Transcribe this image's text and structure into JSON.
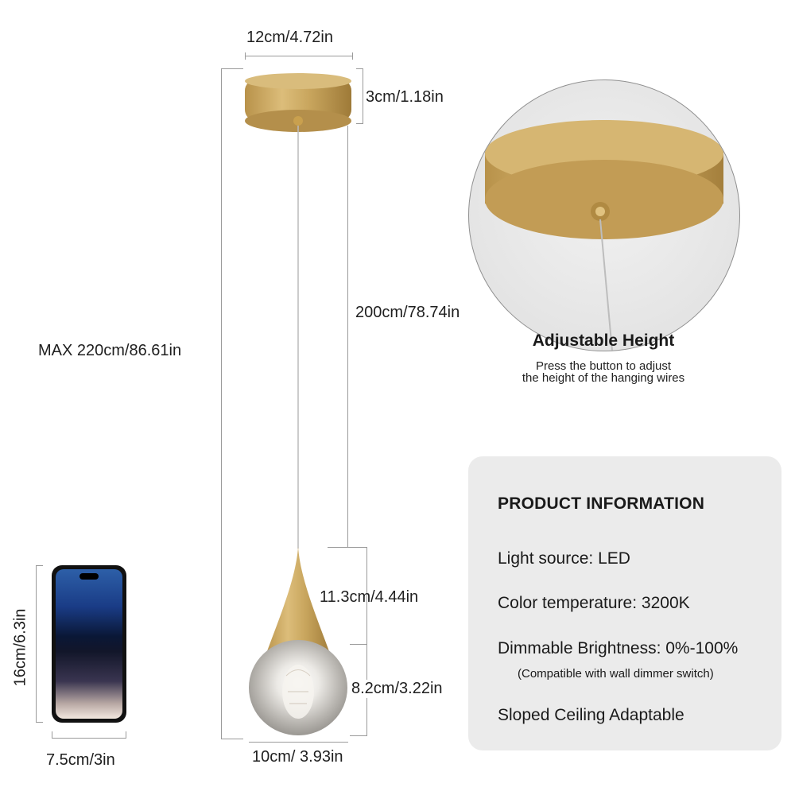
{
  "dimensions": {
    "canopy_width": "12cm/4.72in",
    "canopy_height": "3cm/1.18in",
    "max_height": "MAX 220cm/86.61in",
    "cord_length": "200cm/78.74in",
    "cone_height": "11.3cm/4.44in",
    "globe_height": "8.2cm/3.22in",
    "globe_width": "10cm/ 3.93in",
    "phone_height": "16cm/6.3in",
    "phone_width": "7.5cm/3in"
  },
  "adjustable": {
    "title": "Adjustable Height",
    "line1": "Press the button to adjust",
    "line2": "the height of the hanging wires"
  },
  "product_info": {
    "heading": "PRODUCT INFORMATION",
    "light_source": "Light source: LED",
    "color_temperature": "Color temperature: 3200K",
    "brightness": "Dimmable Brightness: 0%-100%",
    "brightness_note": "(Compatible with wall dimmer switch)",
    "sloped": "Sloped Ceiling Adaptable"
  },
  "colors": {
    "brass": "#c9a65e",
    "card_bg": "#ebebeb",
    "dim_line": "#9a9a9a"
  }
}
